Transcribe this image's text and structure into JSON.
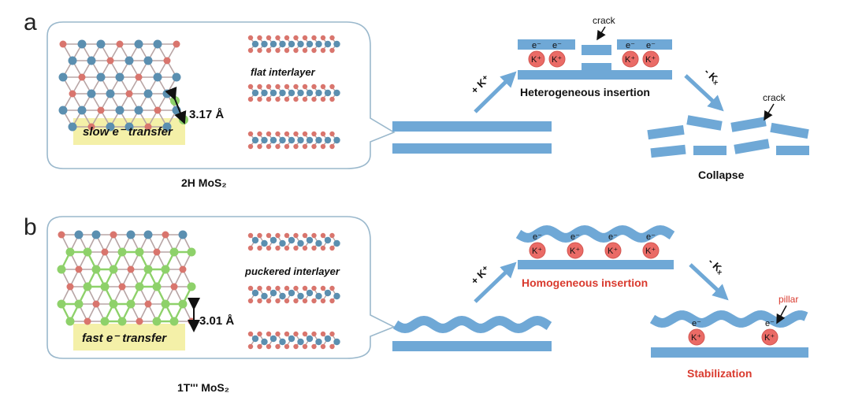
{
  "panel_a": {
    "letter": "a",
    "lattice_distance": "3.17 Å",
    "transfer_label": "slow e⁻ transfer",
    "interlayer_label": "flat interlayer",
    "material_label": "2H MoS₂",
    "insert_arrow_label": "+ K⁺",
    "insertion_label": "Heterogeneous insertion",
    "crack_label_top": "crack",
    "extract_arrow_label": "- Kₓ",
    "crack_label_right": "crack",
    "result_label": "Collapse",
    "electron_label": "e⁻",
    "ion_label": "K⁺"
  },
  "panel_b": {
    "letter": "b",
    "lattice_distance": "3.01 Å",
    "transfer_label": "fast e⁻ transfer",
    "interlayer_label": "puckered interlayer",
    "material_label": "1T''' MoS₂",
    "insert_arrow_label": "+ K⁺",
    "insertion_label": "Homogeneous insertion",
    "extract_arrow_label": "- Kₓ",
    "pillar_label": "pillar",
    "result_label": "Stabilization",
    "electron_label": "e⁻",
    "ion_label": "K⁺"
  },
  "colors": {
    "layer_blue": "#6fa8d6",
    "ion_red": "#ea6b66",
    "highlight_yellow": "#f4f0a8",
    "box_border": "#9ab8cc",
    "mo_atom": "#5b8fb0",
    "s_atom": "#d9756d",
    "green_bond": "#8ed16a",
    "red_text": "#d93a2e"
  }
}
